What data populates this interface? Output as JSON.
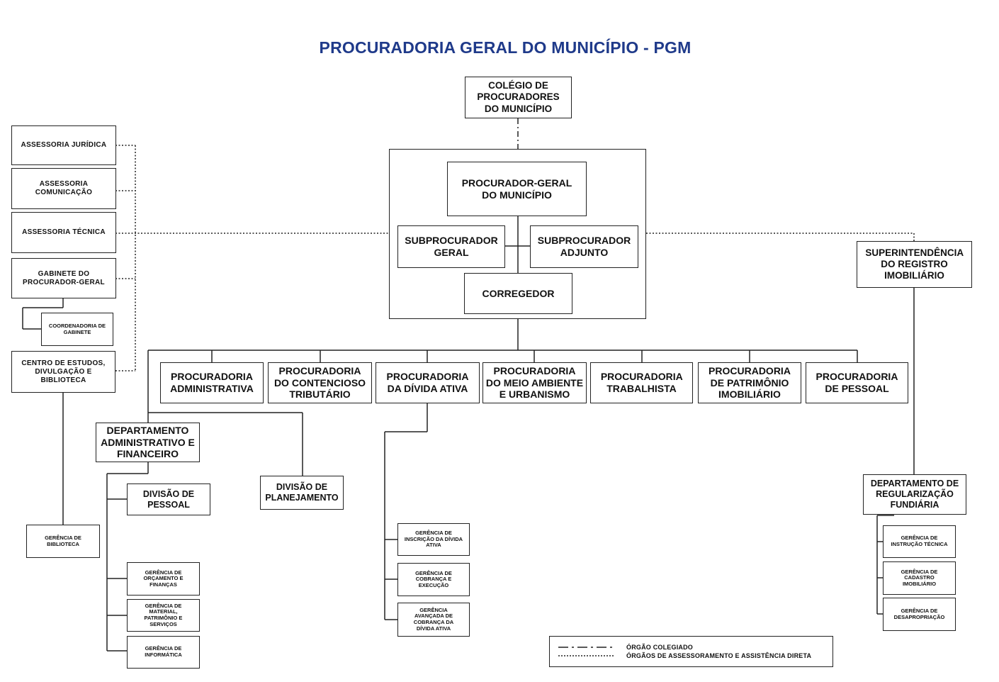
{
  "title": "PROCURADORIA GERAL DO MUNICÍPIO - PGM",
  "colors": {
    "title": "#1f3a8a",
    "lines": "#222222"
  },
  "nodes": {
    "colegio": "COLÉGIO DE PROCURADORES DO MUNICÍPIO",
    "procurador_geral": "PROCURADOR-GERAL DO MUNICÍPIO",
    "subprocurador_geral": "SUBPROCURADOR GERAL",
    "subprocurador_adjunto": "SUBPROCURADOR ADJUNTO",
    "corregedor": "CORREGEDOR",
    "assessoria_juridica": "ASSESSORIA JURÍDICA",
    "assessoria_comunicacao": "ASSESSORIA COMUNICAÇÃO",
    "assessoria_tecnica": "ASSESSORIA TÉCNICA",
    "gabinete": "GABINETE DO PROCURADOR-GERAL",
    "coordenadoria_gabinete": "COORDENADORIA DE GABINETE",
    "centro_estudos": "CENTRO DE ESTUDOS, DIVULGAÇÃO E BIBLIOTECA",
    "gerencia_biblioteca": "GERÊNCIA DE BIBLIOTECA",
    "superintendencia": "SUPERINTENDÊNCIA DO REGISTRO IMOBILIÁRIO",
    "proc_administrativa": "PROCURADORIA ADMINISTRATIVA",
    "proc_contencioso": "PROCURADORIA DO CONTENCIOSO TRIBUTÁRIO",
    "proc_divida": "PROCURADORIA DA DÍVIDA ATIVA",
    "proc_meio_ambiente": "PROCURADORIA DO MEIO AMBIENTE E URBANISMO",
    "proc_trabalhista": "PROCURADORIA TRABALHISTA",
    "proc_patrimonio": "PROCURADORIA DE PATRIMÔNIO IMOBILIÁRIO",
    "proc_pessoal": "PROCURADORIA DE PESSOAL",
    "dept_adm_fin": "DEPARTAMENTO ADMINISTRATIVO E FINANCEIRO",
    "divisao_pessoal": "DIVISÃO DE PESSOAL",
    "divisao_planejamento": "DIVISÃO DE PLANEJAMENTO",
    "ger_orcamento": "GERÊNCIA DE ORÇAMENTO E FINANÇAS",
    "ger_material": "GERÊNCIA DE MATERIAL, PATRIMÔNIO E SERVIÇOS",
    "ger_informatica": "GERÊNCIA DE INFORMÁTICA",
    "ger_inscricao": "GERÊNCIA DE INSCRIÇÃO DA DÍVIDA ATIVA",
    "ger_cobranca": "GERÊNCIA DE COBRANÇA E EXECUÇÃO",
    "ger_cobranca_avancada": "GERÊNCIA AVANÇADA DE COBRANÇA DA DÍVIDA ATIVA",
    "dept_regularizacao": "DEPARTAMENTO DE REGULARIZAÇÃO FUNDIÁRIA",
    "ger_instrucao": "GERÊNCIA DE INSTRUÇÃO TÉCNICA",
    "ger_cadastro": "GERÊNCIA DE CADASTRO IMOBILIÁRIO",
    "ger_desapropriacao": "GERÊNCIA DE DESAPROPRIAÇÃO"
  },
  "legend": {
    "colegiado": "ÓRGÃO COLEGIADO",
    "assessoramento": "ÓRGÃOS DE ASSESSORAMENTO E ASSISTÊNCIA DIRETA"
  }
}
